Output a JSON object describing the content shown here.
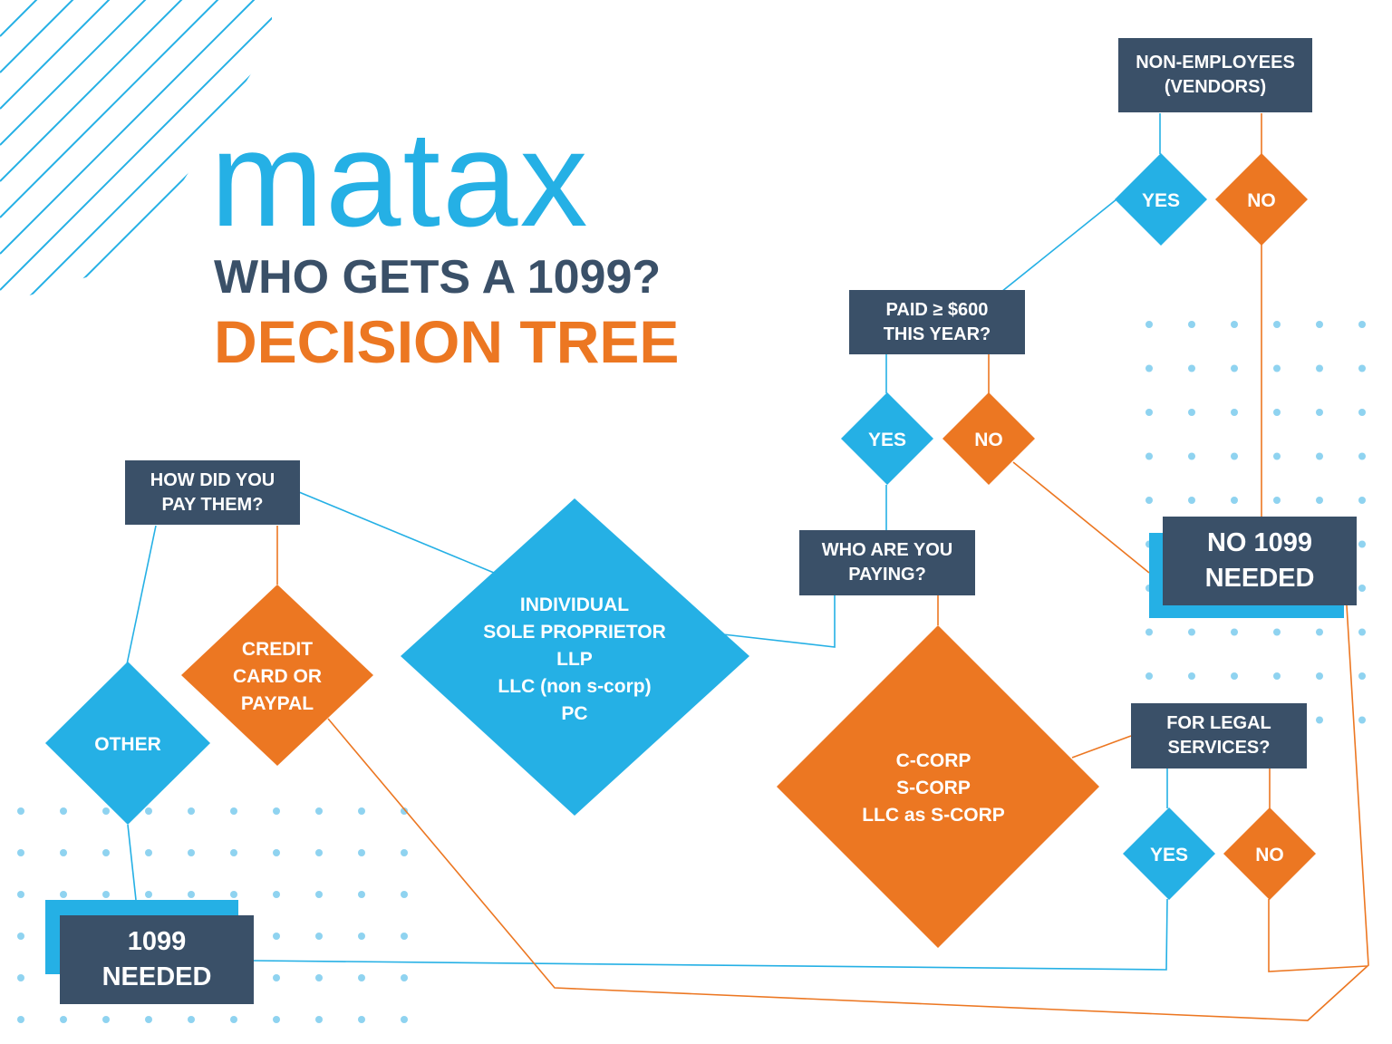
{
  "colors": {
    "blue": "#25b0e5",
    "orange": "#ec7722",
    "navy": "#3a5068",
    "dot": "#8fd3f0"
  },
  "logo": {
    "text": "matax"
  },
  "title": {
    "line1": "WHO GETS A 1099?",
    "line2": "DECISION TREE"
  },
  "boxes": {
    "non_employees": "NON-EMPLOYEES\n(VENDORS)",
    "paid_600": "PAID ≥ $600\nTHIS YEAR?",
    "how_paid": "HOW DID YOU\nPAY THEM?",
    "who_paying": "WHO ARE YOU\nPAYING?",
    "legal_services": "FOR LEGAL\nSERVICES?",
    "no_1099": "NO 1099\nNEEDED",
    "needed_1099": "1099\nNEEDED"
  },
  "diamonds": {
    "yes_vendor": "YES",
    "no_vendor": "NO",
    "yes_paid": "YES",
    "no_paid": "NO",
    "yes_legal": "YES",
    "no_legal": "NO",
    "credit_card": "CREDIT\nCARD OR\nPAYPAL",
    "other": "OTHER",
    "individual": "INDIVIDUAL\nSOLE PROPRIETOR\nLLP\nLLC (non s-corp)\nPC",
    "corp": "C-CORP\nS-CORP\nLLC as S-CORP"
  }
}
